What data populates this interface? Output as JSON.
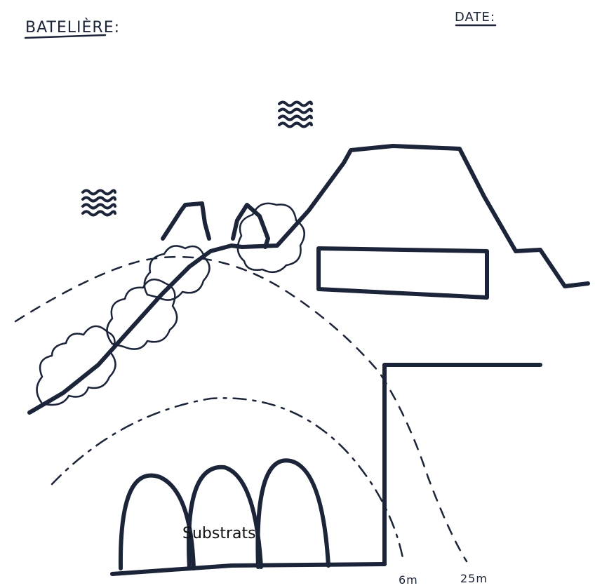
{
  "header": {
    "boatwoman_label": "BATELIÈRE:",
    "date_label": "DATE:"
  },
  "diagram": {
    "substrate_label": "Substrats",
    "depth_labels": [
      "6m",
      "25m"
    ]
  },
  "colors": {
    "ink": "#1b2438",
    "paper": "#ffffff"
  },
  "icons": [
    "wave-icon",
    "wave-icon"
  ]
}
